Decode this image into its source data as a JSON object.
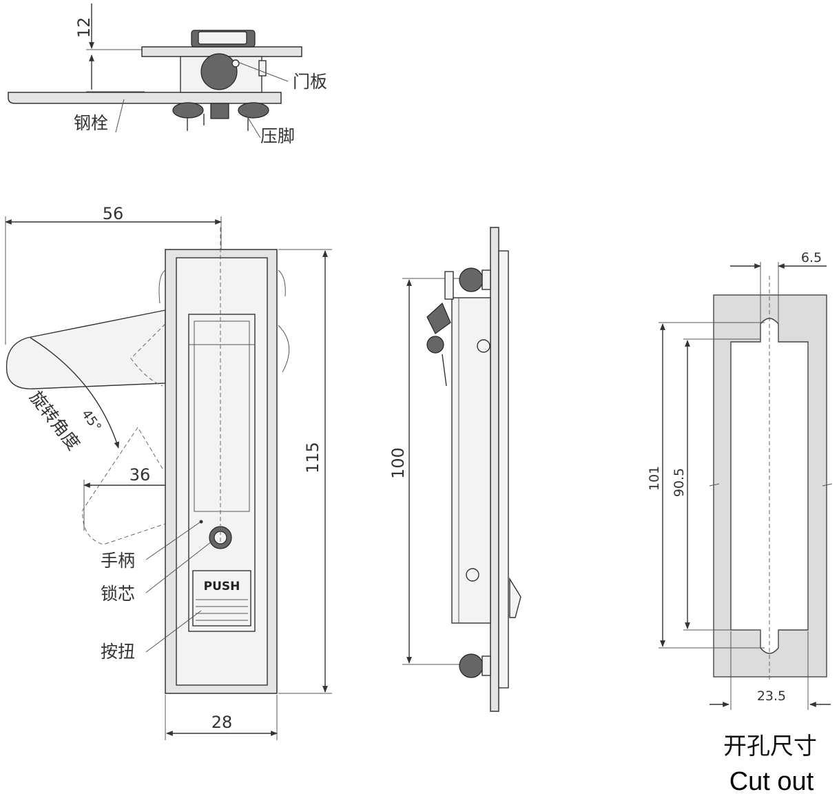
{
  "top_view": {
    "dim_12": "12",
    "label_door_panel": "门板",
    "label_steel_bolt": "钢栓",
    "label_clamp_foot": "压脚"
  },
  "front_view": {
    "dim_56": "56",
    "dim_45": "45°",
    "label_rotation_angle": "旋转角度",
    "dim_36": "36",
    "dim_115": "115",
    "dim_28": "28",
    "push_text": "PUSH",
    "label_handle": "手柄",
    "label_lock_core": "锁芯",
    "label_button": "按扭"
  },
  "side_view": {
    "dim_100": "100"
  },
  "cutout_view": {
    "dim_6_5": "6.5",
    "dim_101": "101",
    "dim_90_5": "90.5",
    "dim_23_5": "23.5",
    "caption_cn": "开孔尺寸",
    "caption_en": "Cut out"
  }
}
